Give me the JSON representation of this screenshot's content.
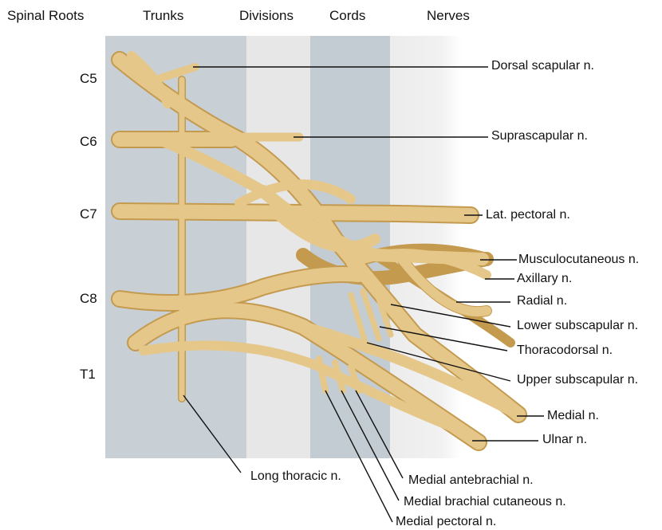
{
  "columns": [
    "Spinal Roots",
    "Trunks",
    "Divisions",
    "Cords",
    "Nerves"
  ],
  "roots": [
    "C5",
    "C6",
    "C7",
    "C8",
    "T1"
  ],
  "nerves": {
    "dorsal_scapular": "Dorsal scapular n.",
    "suprascapular": "Suprascapular n.",
    "lat_pectoral": "Lat. pectoral n.",
    "musculocutaneous": "Musculocutaneous n.",
    "axillary": "Axillary n.",
    "radial": "Radial n.",
    "lower_subscapular": "Lower subscapular n.",
    "thoracodorsal": "Thoracodorsal n.",
    "upper_subscapular": "Upper subscapular n.",
    "medial": "Medial n.",
    "ulnar": "Ulnar n.",
    "long_thoracic": "Long thoracic n.",
    "medial_antebrachial": "Medial antebrachial n.",
    "medial_brachial_cutaneous": "Medial brachial cutaneous n.",
    "medial_pectoral": "Medial pectoral n."
  },
  "colors": {
    "nerve": "#e5c78a",
    "nerve_edge": "#c49a4e",
    "band_dark": "#c8d0d6",
    "band_light": "#e8e8e8",
    "leader": "#111111"
  }
}
